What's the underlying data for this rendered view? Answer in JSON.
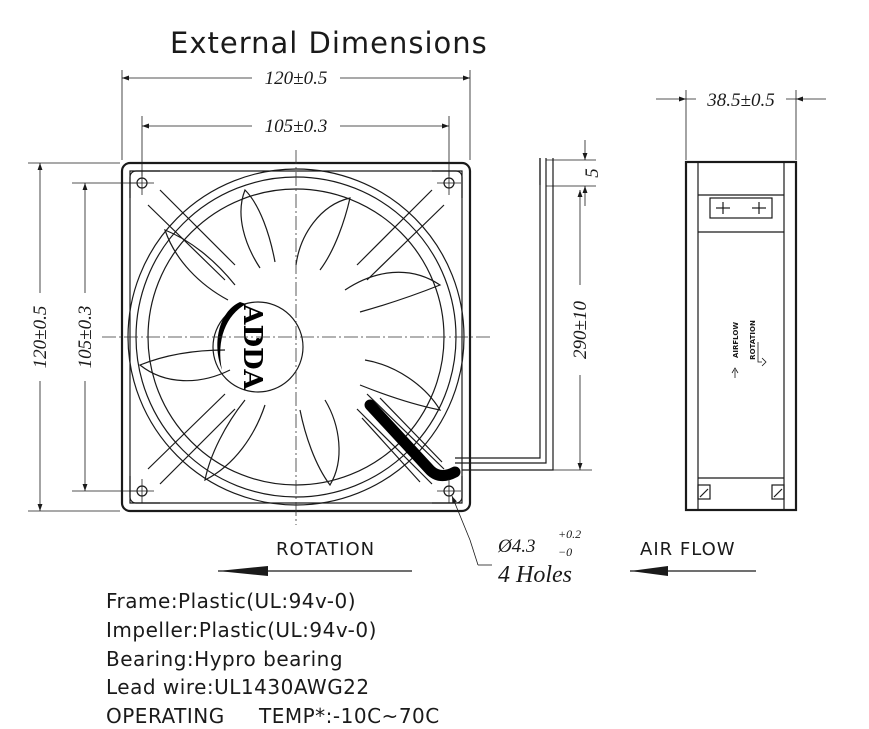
{
  "title": "External Dimensions",
  "front_view": {
    "overall_width": "120±0.5",
    "hole_spacing_width": "105±0.3",
    "overall_height": "120±0.5",
    "hole_spacing_height": "105±0.3",
    "lead_offset": "5",
    "lead_length": "290±10",
    "hole_diameter": "Ø4.3",
    "hole_tolerance_upper": "+0.2",
    "hole_tolerance_lower": "−0",
    "hole_count": "4  Holes",
    "logo_text": "ADDA",
    "rotation_label": "ROTATION"
  },
  "side_view": {
    "depth": "38.5±0.5",
    "airflow_small": "AIRFLOW",
    "rotation_small": "ROTATION",
    "airflow_label": "AIR FLOW"
  },
  "specs": [
    "Frame:Plastic(UL:94v-0)",
    "Impeller:Plastic(UL:94v-0)",
    "Bearing:Hypro bearing",
    "Lead wire:UL1430AWG22",
    "OPERATING     TEMP*:-10C~70C"
  ]
}
